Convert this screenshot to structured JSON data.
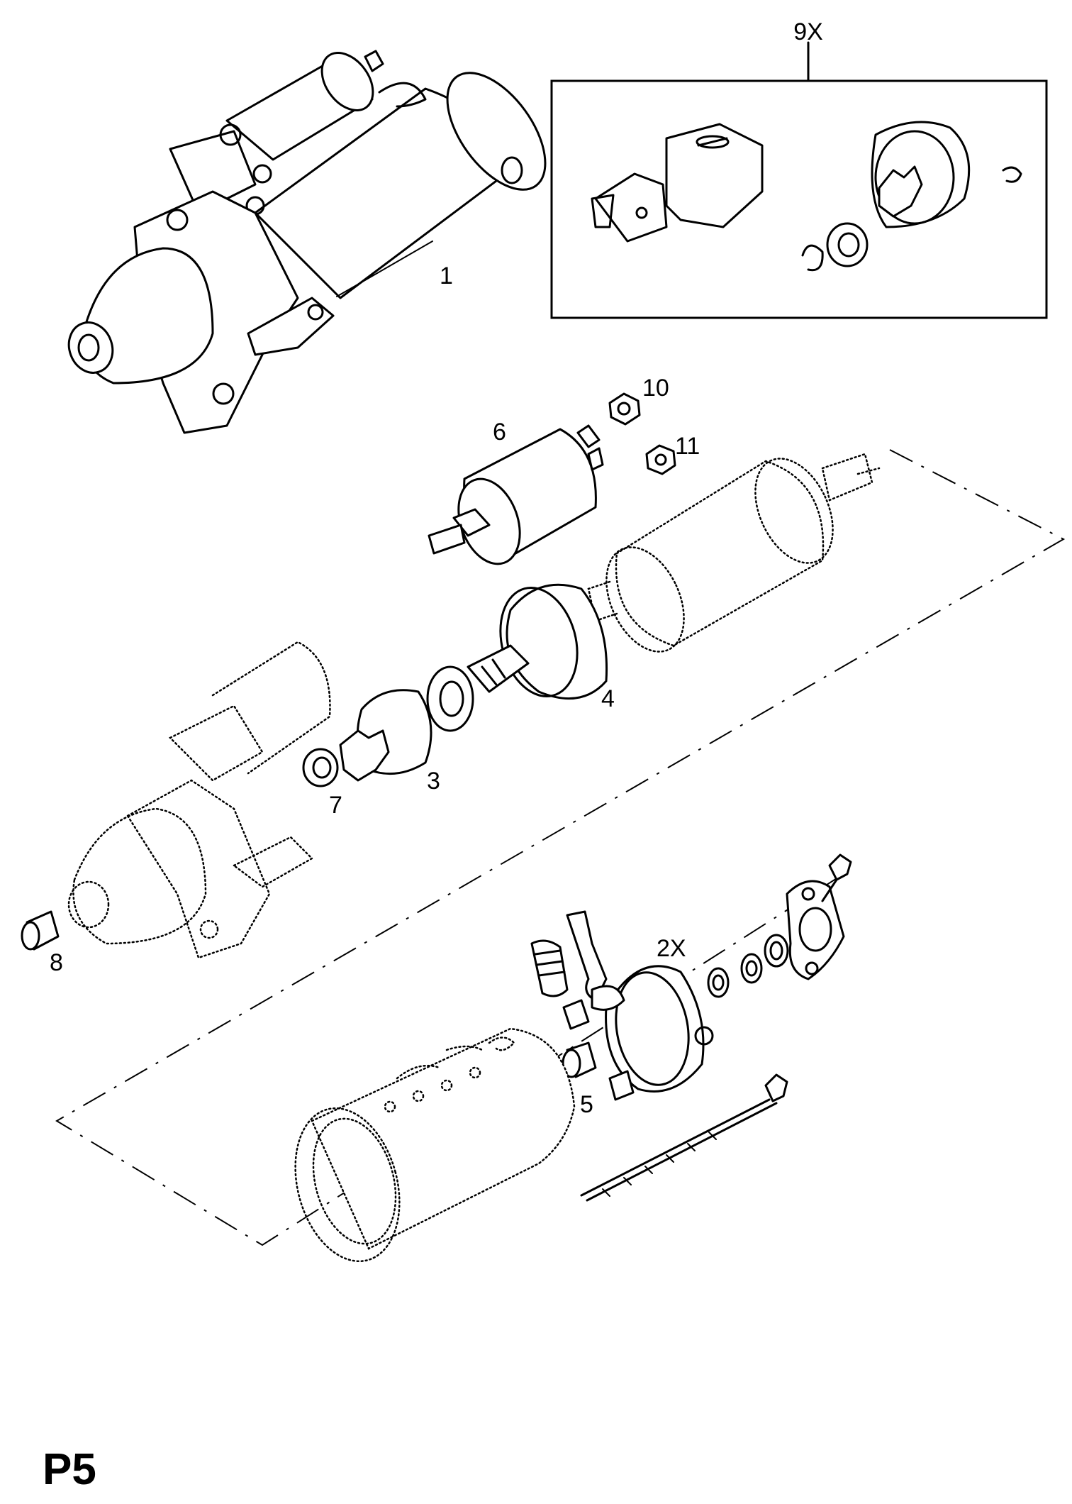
{
  "page_code": "P5",
  "callouts": {
    "c1": "1",
    "c2x": "2X",
    "c3": "3",
    "c4": "4",
    "c5": "5",
    "c6": "6",
    "c7": "7",
    "c8": "8",
    "c9x": "9X",
    "c10": "10",
    "c11": "11"
  }
}
